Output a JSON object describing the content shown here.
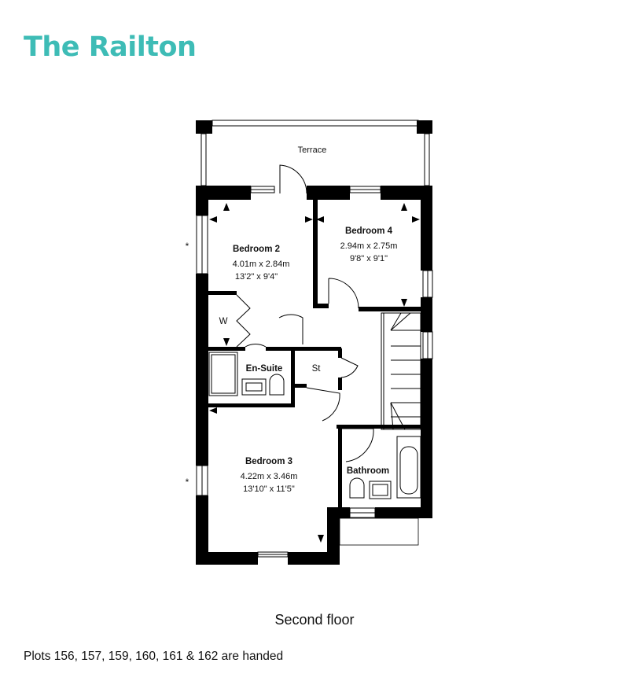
{
  "title": "The Railton",
  "colors": {
    "accent": "#3ebcb6",
    "wall": "#000000"
  },
  "rooms": {
    "terrace": {
      "name": "Terrace"
    },
    "bedroom2": {
      "name": "Bedroom 2",
      "metric": "4.01m x 2.84m",
      "imperial": "13'2\" x 9'4\""
    },
    "bedroom4": {
      "name": "Bedroom 4",
      "metric": "2.94m x 2.75m",
      "imperial": "9'8\" x 9'1\""
    },
    "wardrobe": {
      "name": "W"
    },
    "ensuite": {
      "name": "En-Suite"
    },
    "store": {
      "name": "St"
    },
    "bedroom3": {
      "name": "Bedroom 3",
      "metric": "4.22m x 3.46m",
      "imperial": "13'10\" x 11'5\""
    },
    "bathroom": {
      "name": "Bathroom"
    }
  },
  "asterisk": "*",
  "floor_label": "Second floor",
  "footnote": "Plots 156, 157, 159, 160, 161 & 162 are handed"
}
